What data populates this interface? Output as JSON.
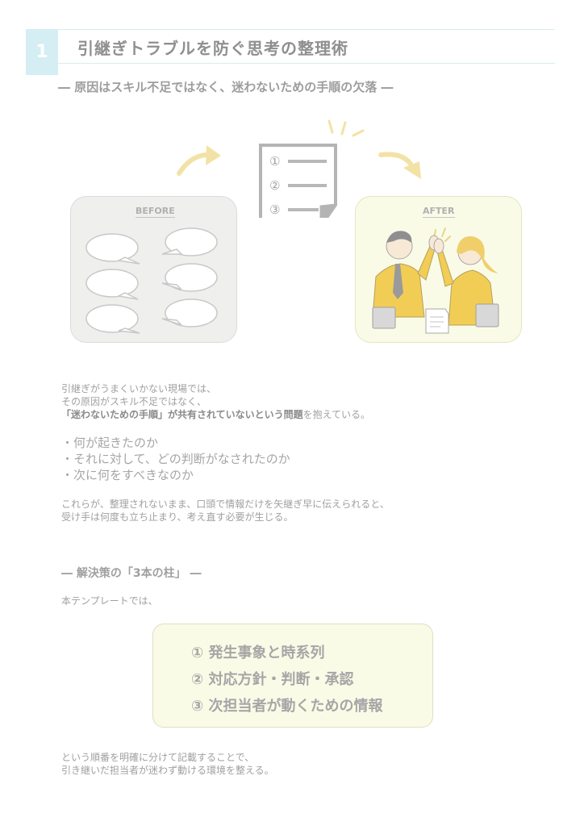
{
  "header": {
    "number": "1",
    "title": "引継ぎトラブルを防ぐ思考の整理術",
    "subtitle": "― 原因はスキル不足ではなく、迷わないための手順の欠落 ―"
  },
  "illustration": {
    "before_label": "BEFORE",
    "after_label": "AFTER",
    "checklist_numbers": [
      "①",
      "②",
      "③"
    ]
  },
  "intro": {
    "line1": "引継ぎがうまくいかない現場では、",
    "line2": "その原因がスキル不足ではなく、",
    "line3_bold": "「迷わないための手順」が共有されていないという問題",
    "line3_rest": "を抱えている。"
  },
  "bullets": [
    "・何が起きたのか",
    "・それに対して、どの判断がなされたのか",
    "・次に何をすべきなのか"
  ],
  "explanation": {
    "line1": "これらが、整理されないまま、口頭で情報だけを矢継ぎ早に伝えられると、",
    "line2": "受け手は何度も立ち止まり、考え直す必要が生じる。"
  },
  "solution": {
    "heading": "― 解決策の「3本の柱」 ―",
    "lead": "本テンプレートでは、",
    "pillars": [
      "① 発生事象と時系列",
      "② 対応方針・判断・承認",
      "③ 次担当者が動くための情報"
    ]
  },
  "closing": {
    "line1": "という順番を明確に分けて記載することで、",
    "line2": "引き継いだ担当者が迷わず動ける環境を整える。"
  }
}
